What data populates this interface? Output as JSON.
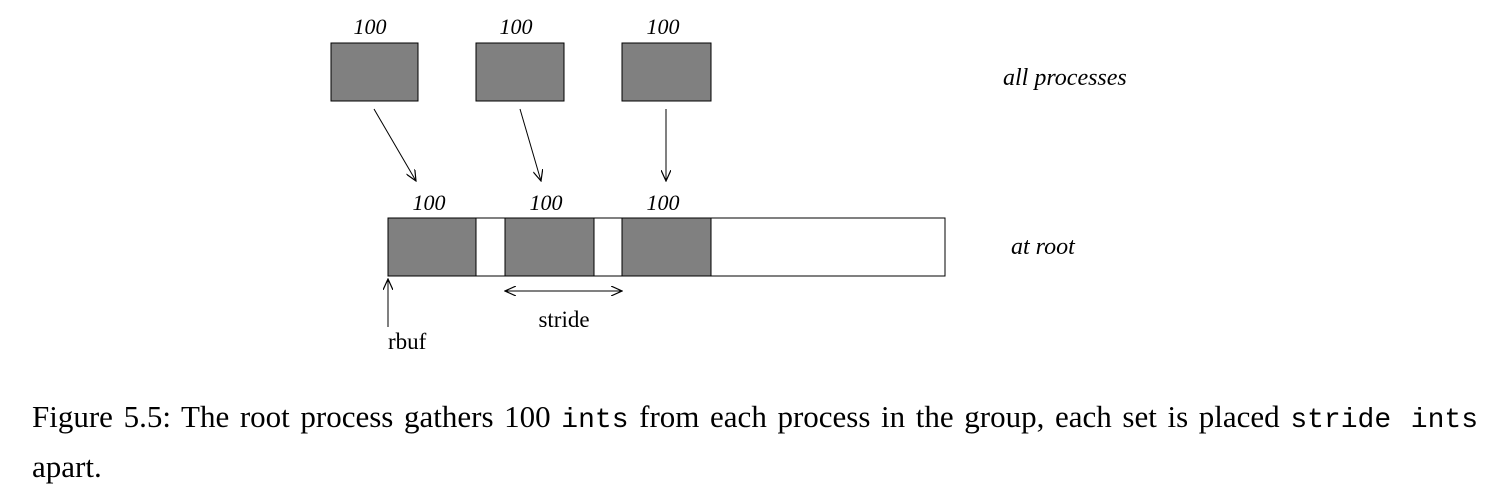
{
  "diagram": {
    "colors": {
      "block_fill": "#808080",
      "line": "#000000",
      "buffer_fill": "#ffffff"
    },
    "source_blocks": [
      {
        "count": "100"
      },
      {
        "count": "100"
      },
      {
        "count": "100"
      }
    ],
    "root_blocks": [
      {
        "count": "100"
      },
      {
        "count": "100"
      },
      {
        "count": "100"
      }
    ],
    "labels": {
      "all_processes": "all processes",
      "at_root": "at root",
      "stride": "stride",
      "rbuf": "rbuf"
    }
  },
  "caption": {
    "label": "Figure 5.5:",
    "text_1": "The root process gathers 100",
    "code_1": "ints",
    "text_2": "from each process in the group, each set is placed",
    "code_2": "stride ints",
    "text_3": "apart."
  }
}
